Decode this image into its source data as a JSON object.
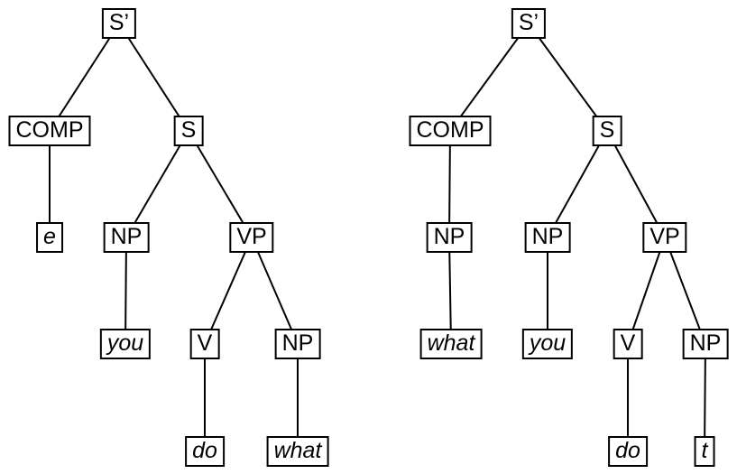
{
  "page": {
    "background": "#ffffff",
    "box_border_color": "#000000",
    "line_color": "#000000",
    "text_color": "#000000"
  },
  "trees": [
    {
      "name": "left syntax tree",
      "nodes": [
        {
          "id": "sbar",
          "label": "S’",
          "italic": false
        },
        {
          "id": "comp",
          "label": "COMP",
          "italic": false
        },
        {
          "id": "s",
          "label": "S",
          "italic": false
        },
        {
          "id": "e",
          "label": "e",
          "italic": true
        },
        {
          "id": "np-subject",
          "label": "NP",
          "italic": false
        },
        {
          "id": "vp",
          "label": "VP",
          "italic": false
        },
        {
          "id": "you",
          "label": "you",
          "italic": true
        },
        {
          "id": "v",
          "label": "V",
          "italic": false
        },
        {
          "id": "np-object",
          "label": "NP",
          "italic": false
        },
        {
          "id": "do",
          "label": "do",
          "italic": true
        },
        {
          "id": "what",
          "label": "what",
          "italic": true
        }
      ],
      "edges": [
        [
          "sbar",
          "comp"
        ],
        [
          "sbar",
          "s"
        ],
        [
          "comp",
          "e"
        ],
        [
          "s",
          "np-subject"
        ],
        [
          "s",
          "vp"
        ],
        [
          "np-subject",
          "you"
        ],
        [
          "vp",
          "v"
        ],
        [
          "vp",
          "np-object"
        ],
        [
          "v",
          "do"
        ],
        [
          "np-object",
          "what"
        ]
      ]
    },
    {
      "name": "right syntax tree",
      "nodes": [
        {
          "id": "sbar",
          "label": "S’",
          "italic": false
        },
        {
          "id": "comp",
          "label": "COMP",
          "italic": false
        },
        {
          "id": "s",
          "label": "S",
          "italic": false
        },
        {
          "id": "np-comp",
          "label": "NP",
          "italic": false
        },
        {
          "id": "np-subject",
          "label": "NP",
          "italic": false
        },
        {
          "id": "vp",
          "label": "VP",
          "italic": false
        },
        {
          "id": "what",
          "label": "what",
          "italic": true
        },
        {
          "id": "you",
          "label": "you",
          "italic": true
        },
        {
          "id": "v",
          "label": "V",
          "italic": false
        },
        {
          "id": "np-object",
          "label": "NP",
          "italic": false
        },
        {
          "id": "do",
          "label": "do",
          "italic": true
        },
        {
          "id": "t",
          "label": "t",
          "italic": true
        }
      ],
      "edges": [
        [
          "sbar",
          "comp"
        ],
        [
          "sbar",
          "s"
        ],
        [
          "comp",
          "np-comp"
        ],
        [
          "np-comp",
          "what"
        ],
        [
          "s",
          "np-subject"
        ],
        [
          "s",
          "vp"
        ],
        [
          "np-subject",
          "you"
        ],
        [
          "vp",
          "v"
        ],
        [
          "vp",
          "np-object"
        ],
        [
          "v",
          "do"
        ],
        [
          "np-object",
          "t"
        ]
      ]
    }
  ]
}
